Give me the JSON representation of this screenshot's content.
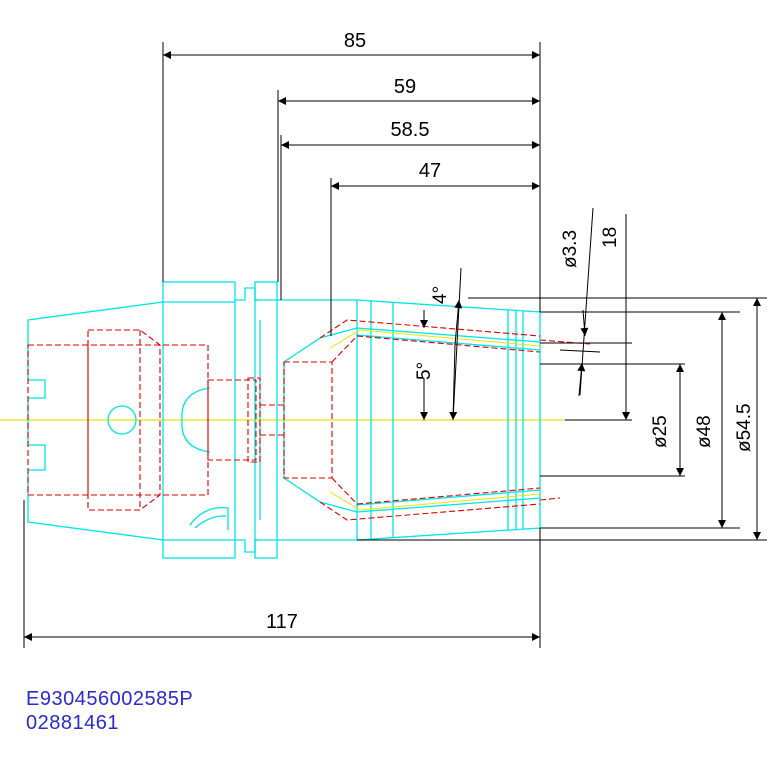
{
  "dimensions": {
    "overall_length": "117",
    "len_85": "85",
    "len_59": "59",
    "len_58_5": "58.5",
    "len_47": "47",
    "dia_3_3": "ø3.3",
    "len_18": "18",
    "dia_25": "ø25",
    "dia_48": "ø48",
    "dia_54_5": "ø54.5",
    "angle_4": "4°",
    "angle_5": "5°"
  },
  "part_info": {
    "code": "E930456002585P",
    "serial": "02881461"
  },
  "colors": {
    "outline": "#00e5e5",
    "hidden": "#e00000",
    "centerline": "#e5e500",
    "dimension": "#000000",
    "part_text": "#2a2ad0"
  }
}
